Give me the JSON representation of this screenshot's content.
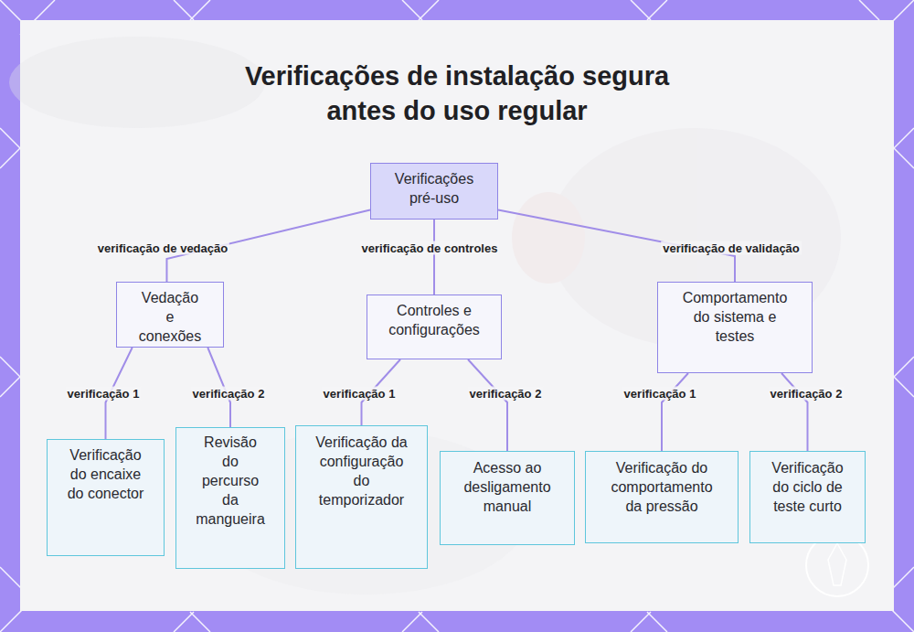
{
  "diagram": {
    "title": "Verificações de instalação segura antes do uso regular",
    "nodes": [
      {
        "text": [
          "Verificações pré-uso"
        ]
      },
      {
        "text": [
          "Vedação e conexões"
        ]
      },
      {
        "text": [
          "Controles e configurações"
        ]
      },
      {
        "text": [
          "Comportamento do sistema e testes"
        ]
      },
      {
        "text": [
          "Verificação do encaixe do conector"
        ]
      },
      {
        "text": [
          "Revisão do percurso da mangueira"
        ]
      },
      {
        "text": [
          "Verificação da configuração do temporizador"
        ]
      },
      {
        "text": [
          "Acesso ao desligamento manual"
        ]
      },
      {
        "text": [
          "Verificação do comportamento da pressão"
        ]
      },
      {
        "text": [
          "Verificação do ciclo de teste curto"
        ]
      }
    ],
    "edges": [
      {
        "from": 0,
        "to": 1,
        "label": "verificação de vedação",
        "arrow": "none"
      },
      {
        "from": 0,
        "to": 2,
        "label": "verificação de controles",
        "arrow": "none"
      },
      {
        "from": 0,
        "to": 3,
        "label": "verificação de validação",
        "arrow": "none"
      },
      {
        "from": 1,
        "to": 4,
        "label": "verificação 1",
        "arrow": "none"
      },
      {
        "from": 1,
        "to": 5,
        "label": "verificação 2",
        "arrow": "none"
      },
      {
        "from": 2,
        "to": 6,
        "label": "verificação 1",
        "arrow": "none"
      },
      {
        "from": 2,
        "to": 7,
        "label": "verificação 2",
        "arrow": "none"
      },
      {
        "from": 3,
        "to": 8,
        "label": "verificação 1",
        "arrow": "none"
      },
      {
        "from": 3,
        "to": 9,
        "label": "verificação 2",
        "arrow": "none"
      }
    ]
  }
}
